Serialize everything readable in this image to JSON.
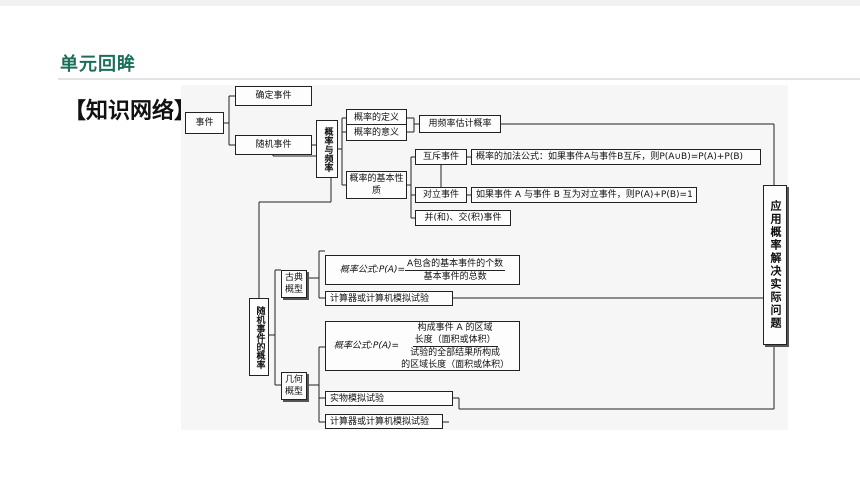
{
  "header": {
    "title": "单元回眸"
  },
  "subtitle": "【知识网络】",
  "diagram": {
    "event": "事件",
    "certain_event": "确定事件",
    "random_event": "随机事件",
    "probability_and_frequency": "概率与频率",
    "prob_definition": "概率的定义",
    "prob_meaning": "概率的意义",
    "freq_estimate": "用频率估计概率",
    "prob_basic_properties": "概率的基本性质",
    "mutually_exclusive": "互斥事件",
    "addition_formula": "概率的加法公式：如果事件A与事件B互斥，则P(A∪B)=P(A)+P(B)",
    "opposite_events": "对立事件",
    "opposite_formula": "如果事件 A 与事件 B 互为对立事件，则P(A)+P(B)=1",
    "union_intersection": "并(和)、交(积)事件",
    "probability_of_random_events": "随机事件的概率",
    "classical_model": "古典概型",
    "classical_formula_prefix": "概率公式:P(A)=",
    "classical_numerator": "A包含的基本事件的个数",
    "classical_denominator": "基本事件的总数",
    "computer_simulation_1": "计算器或计算机模拟试验",
    "geometric_model": "几何概型",
    "geometric_formula_prefix": "概率公式:P(A)=",
    "geometric_numerator_1": "构成事件 A 的区域",
    "geometric_numerator_2": "长度（面积或体积）",
    "geometric_denominator_1": "试验的全部结果所构成",
    "geometric_denominator_2": "的区域长度（面积或体积）",
    "physical_simulation": "实物模拟试验",
    "computer_simulation_2": "计算器或计算机模拟试验",
    "apply_probability": "应用概率解决实际问题"
  }
}
